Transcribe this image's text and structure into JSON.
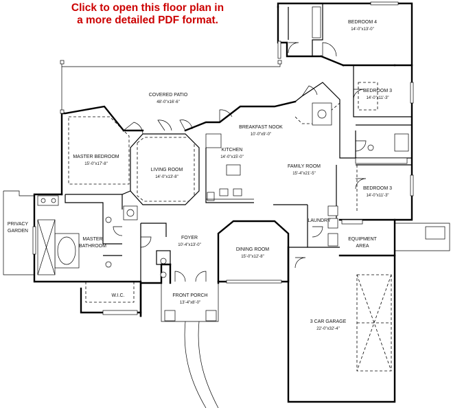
{
  "banner": {
    "line1": "Click to open this floor plan in",
    "line2": "a more detailed PDF format.",
    "color": "#cc0000"
  },
  "rooms": {
    "bedroom4": {
      "name": "BEDROOM 4",
      "dims": "14'-0\"x13'-0\""
    },
    "bedroom3a": {
      "name": "BEDROOM 3",
      "dims": "14'-0\"x11'-3\""
    },
    "bedroom3b": {
      "name": "BEDROOM 3",
      "dims": "14'-0\"x11'-3\""
    },
    "covered_patio": {
      "name": "COVERED PATIO",
      "dims": "48'-0\"x16'-6\""
    },
    "breakfast_nook": {
      "name": "BREAKFAST NOOK",
      "dims": "10'-0\"x9'-0\""
    },
    "master_bedroom": {
      "name": "MASTER BEDROOM",
      "dims": "15'-0\"x17'-8\""
    },
    "living_room": {
      "name": "LIVING ROOM",
      "dims": "14'-0\"x13'-8\""
    },
    "kitchen": {
      "name": "KITCHEN",
      "dims": "14'-0\"x15'-0\""
    },
    "family_room": {
      "name": "FAMILY ROOM",
      "dims": "15'-4\"x21'-5\""
    },
    "privacy_garden": {
      "name1": "PRIVACY",
      "name2": "GARDEN"
    },
    "master_bathroom": {
      "name1": "MASTER",
      "name2": "BATHROOM"
    },
    "laundry": {
      "name": "LAUNDRY"
    },
    "foyer": {
      "name": "FOYER",
      "dims": "10'-4\"x13'-0\""
    },
    "dining_room": {
      "name": "DINING ROOM",
      "dims": "15'-0\"x12'-8\""
    },
    "equipment_area": {
      "name1": "EQUIPMENT",
      "name2": "AREA"
    },
    "wic": {
      "name": "W.I.C."
    },
    "front_porch": {
      "name": "FRONT PORCH",
      "dims": "13'-4\"x8'-0\""
    },
    "garage": {
      "name": "3 CAR GARAGE",
      "dims": "22'-0\"x32'-4\""
    }
  }
}
